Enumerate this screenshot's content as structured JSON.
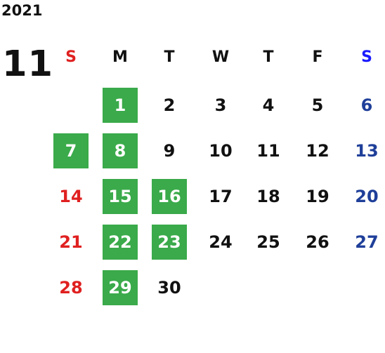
{
  "calendar": {
    "year": "2021",
    "month": "11",
    "weekdays": [
      "S",
      "M",
      "T",
      "W",
      "T",
      "F",
      "S"
    ],
    "start_weekday": 1,
    "days_in_month": 30,
    "highlighted_days": [
      1,
      7,
      8,
      15,
      16,
      22,
      23,
      29
    ],
    "colors": {
      "sunday": "#e02020",
      "saturday": "#1f3f99",
      "sunday_header": "#e02020",
      "saturday_header": "#1a1aff",
      "weekday": "#111111",
      "highlight_bg": "#3aaa4a",
      "highlight_text": "#ffffff"
    }
  }
}
